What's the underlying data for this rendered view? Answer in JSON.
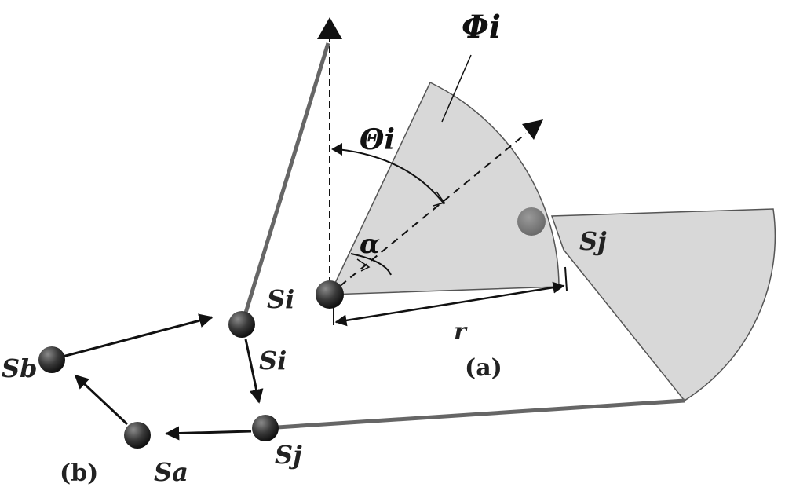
{
  "labels": {
    "phi": "Φi",
    "theta": "Θi",
    "alpha": "α",
    "r": "r",
    "fig_a": "(a)",
    "fig_b": "(b)",
    "si_main": "Si",
    "si_arrow": "Si",
    "sj_sector": "Sj",
    "sj_main": "Sj",
    "sb": "Sb",
    "sa": "Sa"
  },
  "colors": {
    "sector_fill": "#d8d8d8",
    "sector_stroke": "#555555",
    "thick_line": "#666666",
    "node_dark": "#3a3a3a",
    "node_sj_sector": "#7a7a7a",
    "arrow": "#111111"
  }
}
